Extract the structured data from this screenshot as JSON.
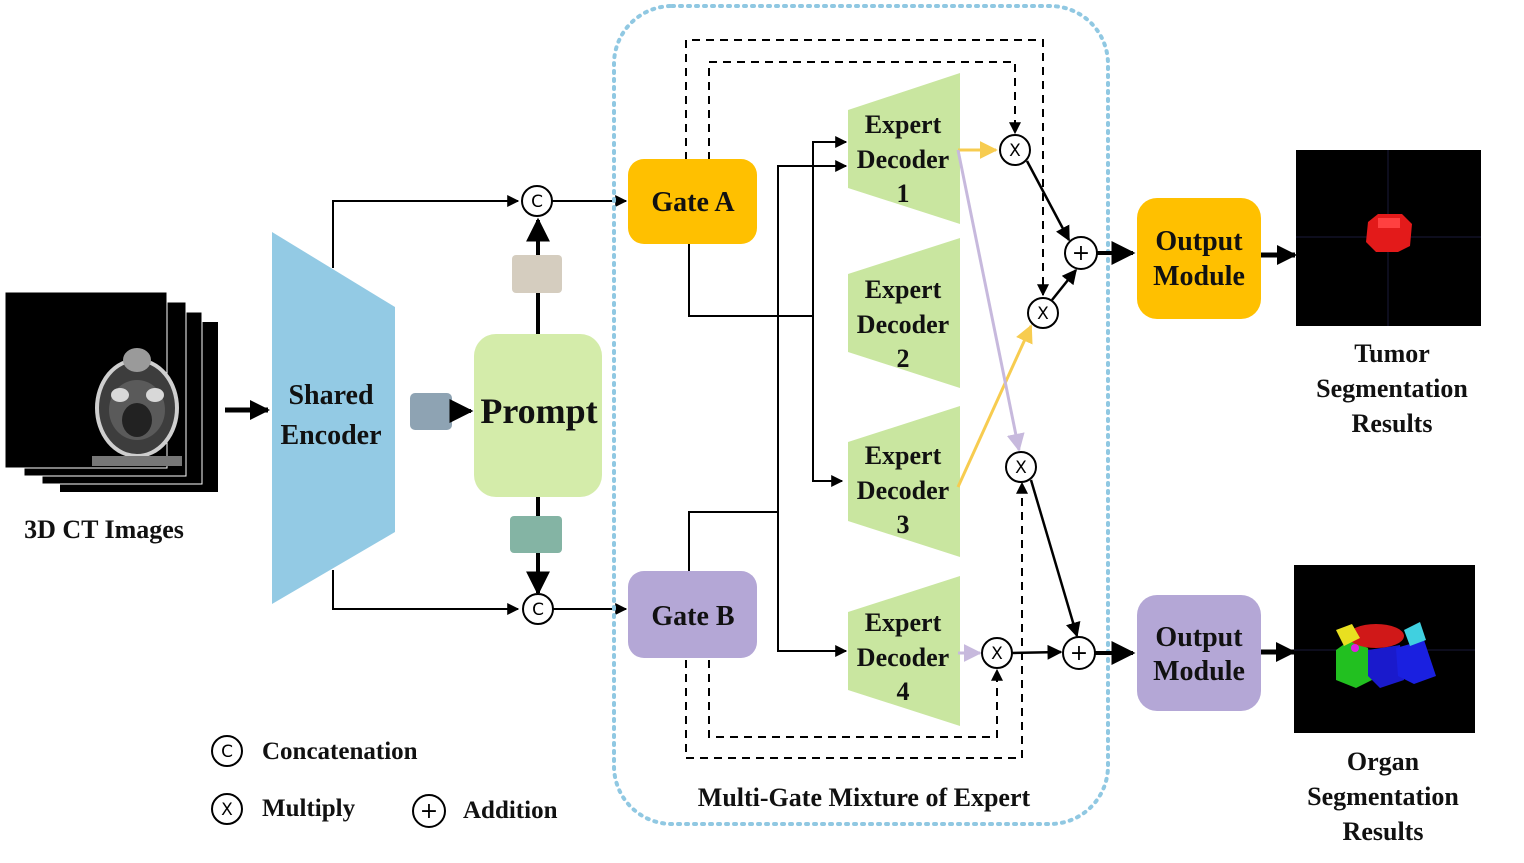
{
  "input": {
    "label": "3D CT Images"
  },
  "encoder": {
    "line1": "Shared",
    "line2": "Encoder"
  },
  "prompt": {
    "label": "Prompt"
  },
  "gates": {
    "a": "Gate A",
    "b": "Gate B"
  },
  "experts": [
    {
      "line1": "Expert",
      "line2": "Decoder",
      "num": "1"
    },
    {
      "line1": "Expert",
      "line2": "Decoder",
      "num": "2"
    },
    {
      "line1": "Expert",
      "line2": "Decoder",
      "num": "3"
    },
    {
      "line1": "Expert",
      "line2": "Decoder",
      "num": "4"
    }
  ],
  "moe_label": "Multi-Gate Mixture of Expert",
  "outputs": {
    "tumor": {
      "line1": "Output",
      "line2": "Module"
    },
    "organ": {
      "line1": "Output",
      "line2": "Module"
    }
  },
  "results": {
    "tumor": {
      "line1": "Tumor",
      "line2": "Segmentation",
      "line3": "Results"
    },
    "organ": {
      "line1": "Organ",
      "line2": "Segmentation",
      "line3": "Results"
    }
  },
  "symbols": {
    "concat": "C",
    "multiply": "X",
    "add": "+"
  },
  "legend": {
    "concat": "Concatenation",
    "multiply": "Multiply",
    "add": "Addition"
  },
  "colors": {
    "encoder": "#93cae4",
    "prompt": "#d4ecaa",
    "gate_a": "#ffc000",
    "gate_b": "#b4a7d6",
    "expert": "#c9e6a0",
    "moe_border": "#90c8e2",
    "token_tan": "#d5cdbf",
    "token_gray": "#8ea3b3",
    "token_green": "#84b4a4",
    "arrow_yellow": "#f7cc50",
    "arrow_purple": "#c7b9dd"
  }
}
